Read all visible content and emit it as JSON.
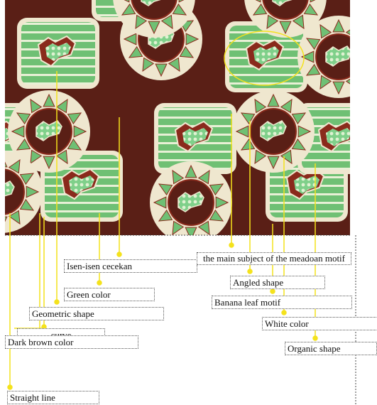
{
  "image": {
    "description_icon": "batik-fabric-photo",
    "colors": {
      "background": "#5a1f16",
      "green": "#6fc074",
      "light_green": "#b9e2b0",
      "cream": "#efe7cf",
      "red_brown": "#8a2a1c",
      "arrow": "#f4e21c"
    }
  },
  "annotations": [
    {
      "id": "isen",
      "text": "Isen-isen cecekan"
    },
    {
      "id": "green",
      "text": "Green color"
    },
    {
      "id": "geometric",
      "text": "Geometric shape"
    },
    {
      "id": "curve",
      "text": "curve"
    },
    {
      "id": "darkbrown",
      "text": "Dark brown color"
    },
    {
      "id": "straight",
      "text": "Straight line"
    },
    {
      "id": "mainsubject",
      "text": "the main subject of the meadoan motif"
    },
    {
      "id": "angled",
      "text": "Angled shape"
    },
    {
      "id": "banana",
      "text": "Banana leaf motif"
    },
    {
      "id": "white",
      "text": "White color"
    },
    {
      "id": "organic",
      "text": "Organic shape"
    }
  ]
}
